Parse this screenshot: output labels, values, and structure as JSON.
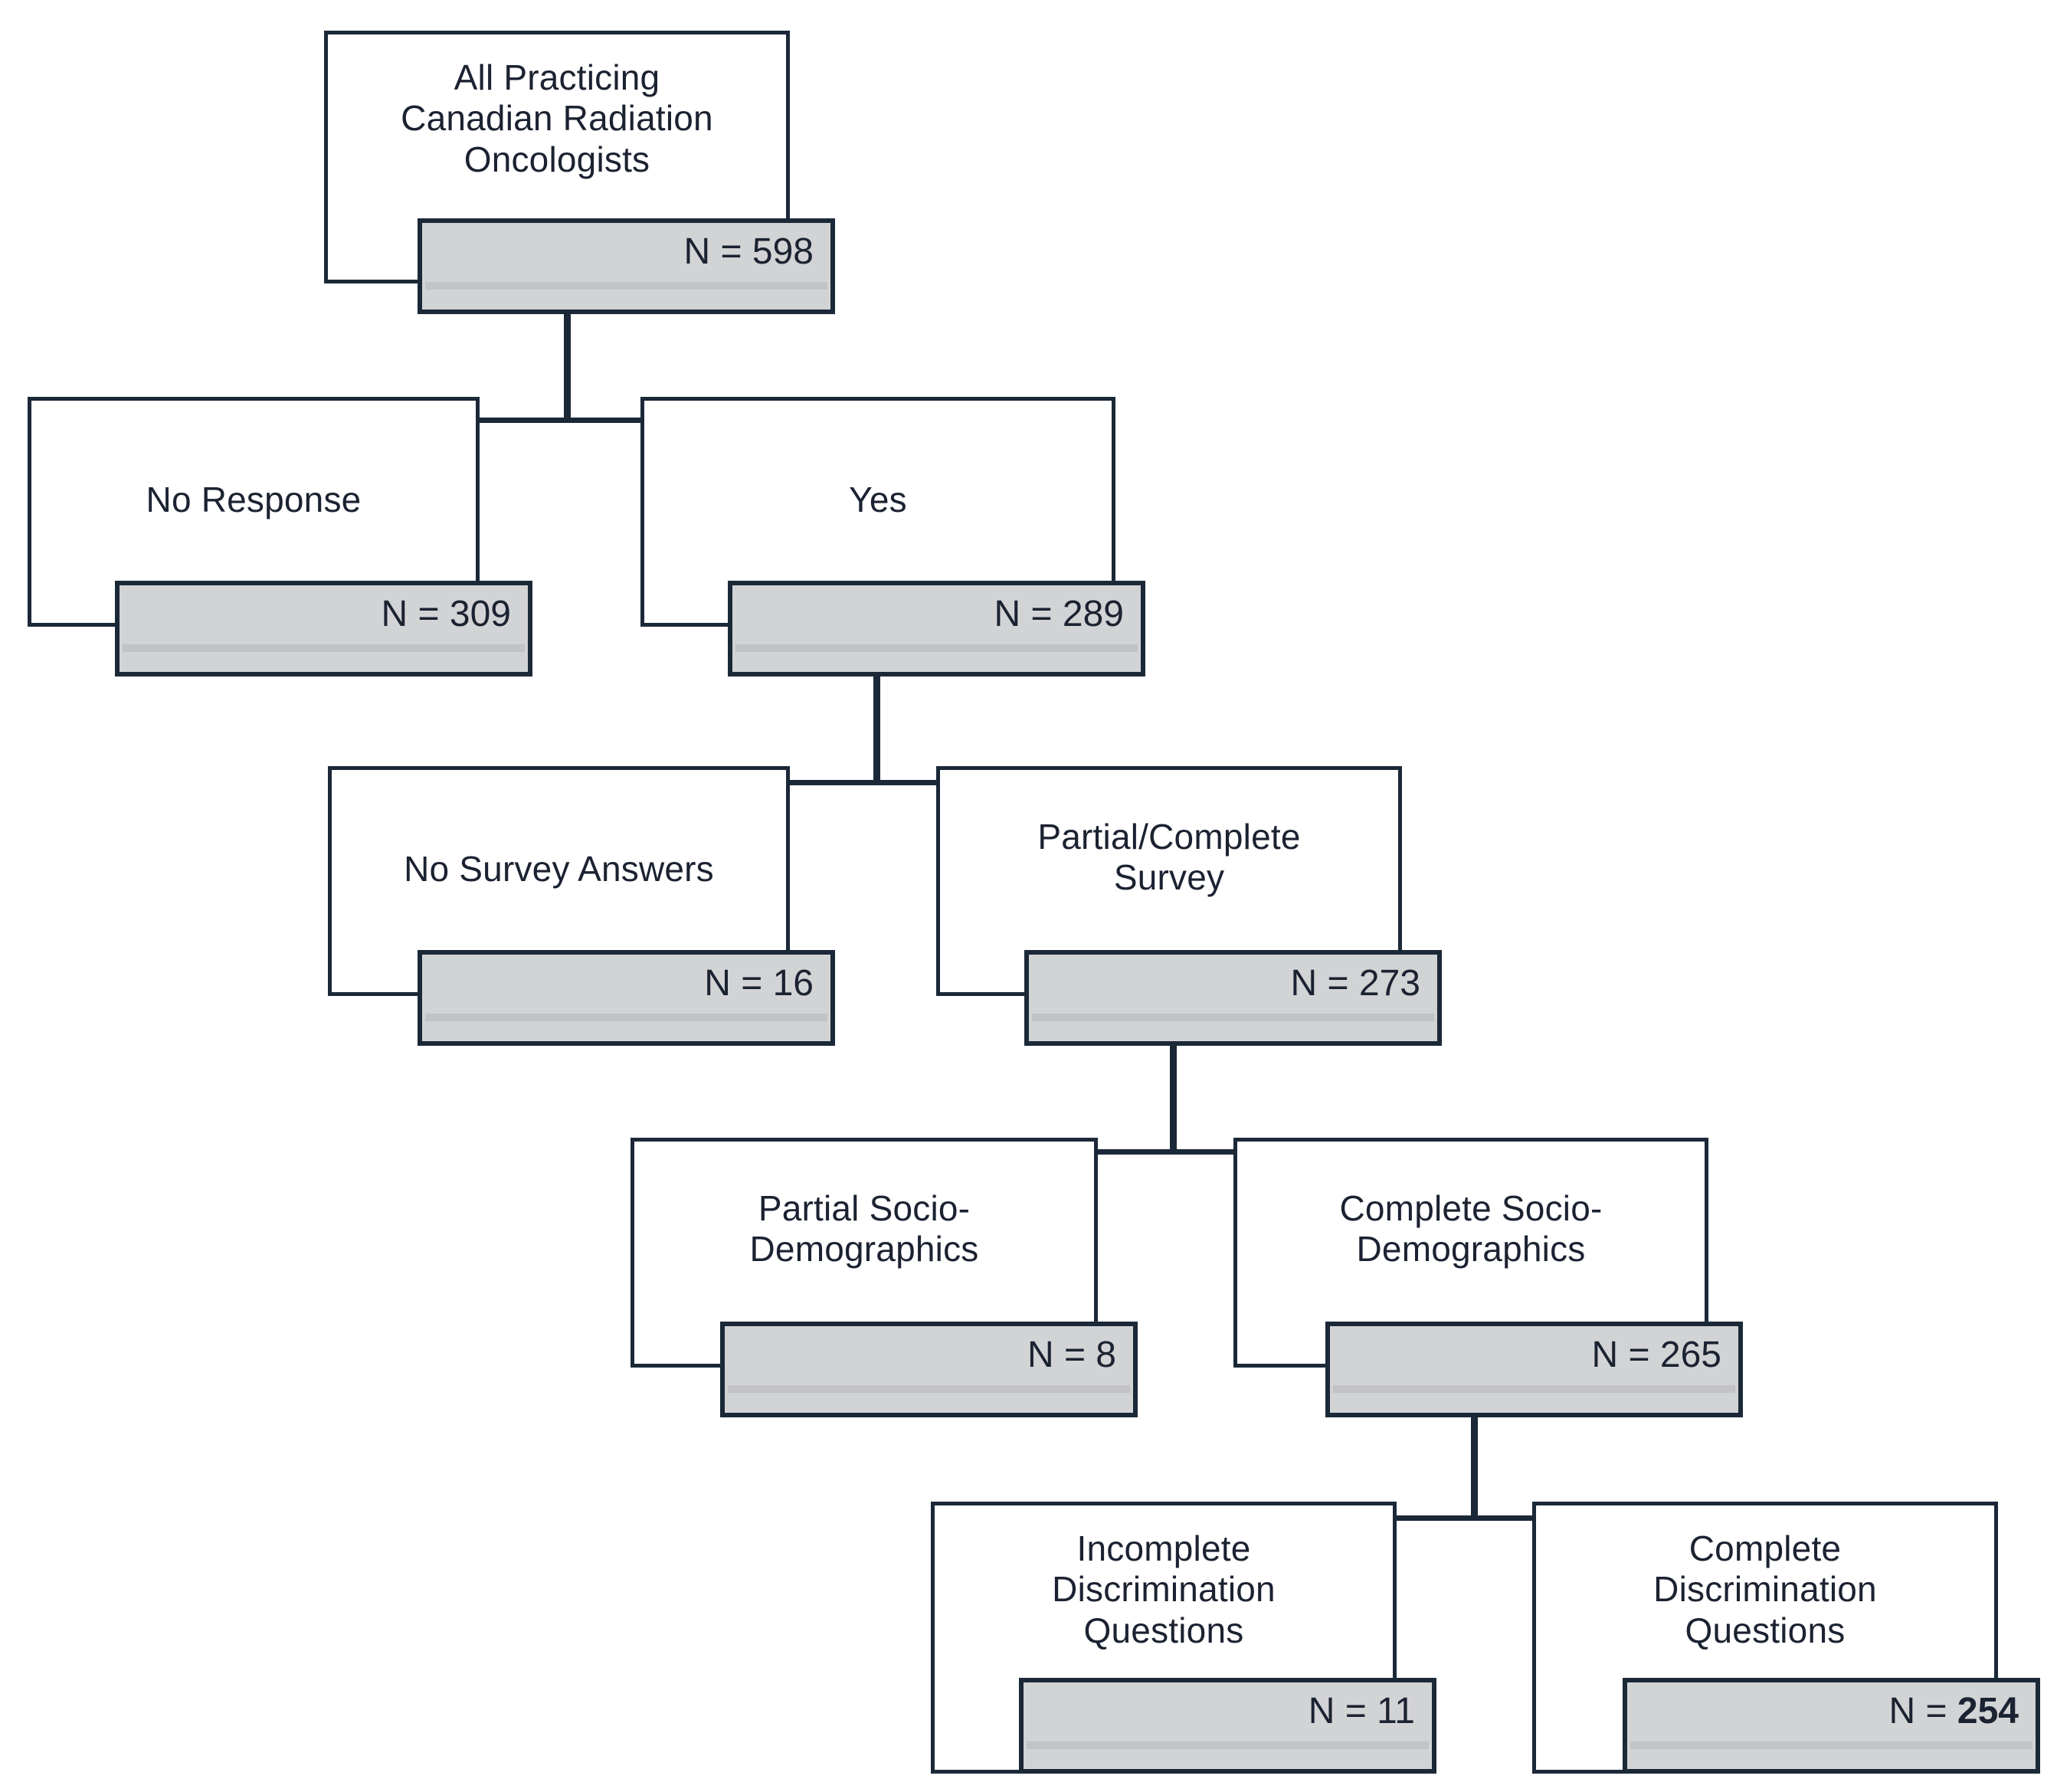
{
  "chart_data": {
    "type": "diagram",
    "diagram_kind": "flowchart-consort",
    "title": "",
    "colors": {
      "border": "#1b2838",
      "badge_fill": "#d2d3d5",
      "text": "#1b2231",
      "background": "#ffffff"
    },
    "nodes": [
      {
        "id": "all",
        "label": "All Practicing\nCanadian Radiation\nOncologists",
        "count_label": "N = 598",
        "count": 598,
        "level": 0,
        "bold_count": false
      },
      {
        "id": "no_response",
        "label": "No Response",
        "count_label": "N = 309",
        "count": 309,
        "level": 1,
        "bold_count": false
      },
      {
        "id": "yes",
        "label": "Yes",
        "count_label": "N = 289",
        "count": 289,
        "level": 1,
        "bold_count": false
      },
      {
        "id": "no_survey",
        "label": "No Survey Answers",
        "count_label": "N = 16",
        "count": 16,
        "level": 2,
        "bold_count": false
      },
      {
        "id": "partial_complete_survey",
        "label": "Partial/Complete\nSurvey",
        "count_label": "N = 273",
        "count": 273,
        "level": 2,
        "bold_count": false
      },
      {
        "id": "partial_socio",
        "label": "Partial Socio-\nDemographics",
        "count_label": "N = 8",
        "count": 8,
        "level": 3,
        "bold_count": false
      },
      {
        "id": "complete_socio",
        "label": "Complete Socio-\nDemographics",
        "count_label": "N = 265",
        "count": 265,
        "level": 3,
        "bold_count": false
      },
      {
        "id": "incomplete_disc",
        "label": "Incomplete\nDiscrimination\nQuestions",
        "count_label": "N = 11",
        "count": 11,
        "level": 4,
        "bold_count": false
      },
      {
        "id": "complete_disc",
        "label": "Complete\nDiscrimination\nQuestions",
        "count_label": "N = 254",
        "count": 254,
        "level": 4,
        "bold_count": true
      }
    ],
    "edges": [
      {
        "from": "all",
        "to": "no_response"
      },
      {
        "from": "all",
        "to": "yes"
      },
      {
        "from": "yes",
        "to": "no_survey"
      },
      {
        "from": "yes",
        "to": "partial_complete_survey"
      },
      {
        "from": "partial_complete_survey",
        "to": "partial_socio"
      },
      {
        "from": "partial_complete_survey",
        "to": "complete_socio"
      },
      {
        "from": "complete_socio",
        "to": "incomplete_disc"
      },
      {
        "from": "complete_socio",
        "to": "complete_disc"
      }
    ]
  },
  "nodes": {
    "all": {
      "label": "All Practicing\nCanadian Radiation\nOncologists",
      "count": "N = 598"
    },
    "no_response": {
      "label": "No Response",
      "count": "N = 309"
    },
    "yes": {
      "label": "Yes",
      "count": "N = 289"
    },
    "no_survey": {
      "label": "No Survey Answers",
      "count": "N = 16"
    },
    "partial_complete_survey": {
      "label": "Partial/Complete\nSurvey",
      "count": "N = 273"
    },
    "partial_socio": {
      "label": "Partial Socio-\nDemographics",
      "count": "N = 8"
    },
    "complete_socio": {
      "label": "Complete Socio-\nDemographics",
      "count": "N = 265"
    },
    "incomplete_disc": {
      "label": "Incomplete\nDiscrimination\nQuestions",
      "count": "N = 11"
    },
    "complete_disc": {
      "label": "Complete\nDiscrimination\nQuestions",
      "count_prefix": "N = ",
      "count_value": "254"
    }
  }
}
